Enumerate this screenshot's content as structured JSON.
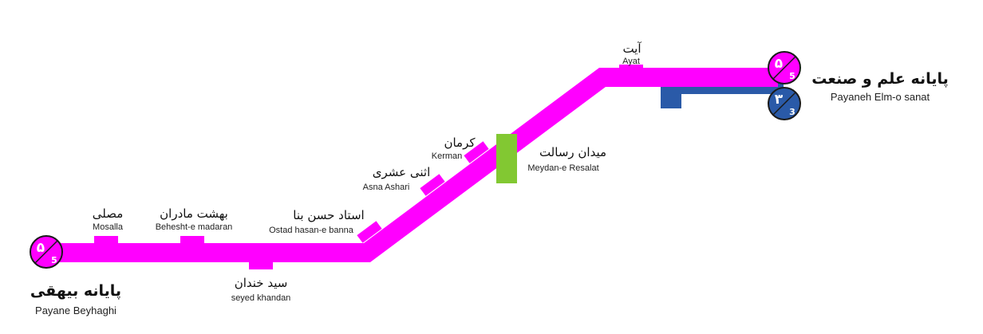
{
  "colors": {
    "line5": "#ff00ff",
    "line3": "#2a5aa8",
    "transfer": "#82c832",
    "badge_stroke": "#1a1a1a",
    "badge_line3_fill": "#2a5aa8"
  },
  "line5_badge": {
    "numeral": "۵",
    "fraction": "5"
  },
  "line3_badge": {
    "numeral": "۳",
    "fraction": "3"
  },
  "terminals": {
    "west": {
      "name_fa": "پایانه بیهقی",
      "name_en": "Payane Beyhaghi"
    },
    "east": {
      "name_fa": "پایانه علم و صنعت",
      "name_en": "Payaneh Elm-o sanat"
    }
  },
  "stations": [
    {
      "id": "mosalla",
      "name_fa": "مصلی",
      "name_en": "Mosalla"
    },
    {
      "id": "behesht",
      "name_fa": "بهشت مادران",
      "name_en": "Behesht-e madaran"
    },
    {
      "id": "khandan",
      "name_fa": "سید خندان",
      "name_en": "seyed khandan"
    },
    {
      "id": "banna",
      "name_fa": "استاد حسن بنا",
      "name_en": "Ostad hasan-e banna"
    },
    {
      "id": "asna",
      "name_fa": "اثنی عشری",
      "name_en": "Asna Ashari"
    },
    {
      "id": "kerman",
      "name_fa": "کرمان",
      "name_en": "Kerman"
    },
    {
      "id": "resalat",
      "name_fa": "میدان رسالت",
      "name_en": "Meydan-e Resalat"
    },
    {
      "id": "ayat",
      "name_fa": "آیت",
      "name_en": "Ayat"
    }
  ]
}
